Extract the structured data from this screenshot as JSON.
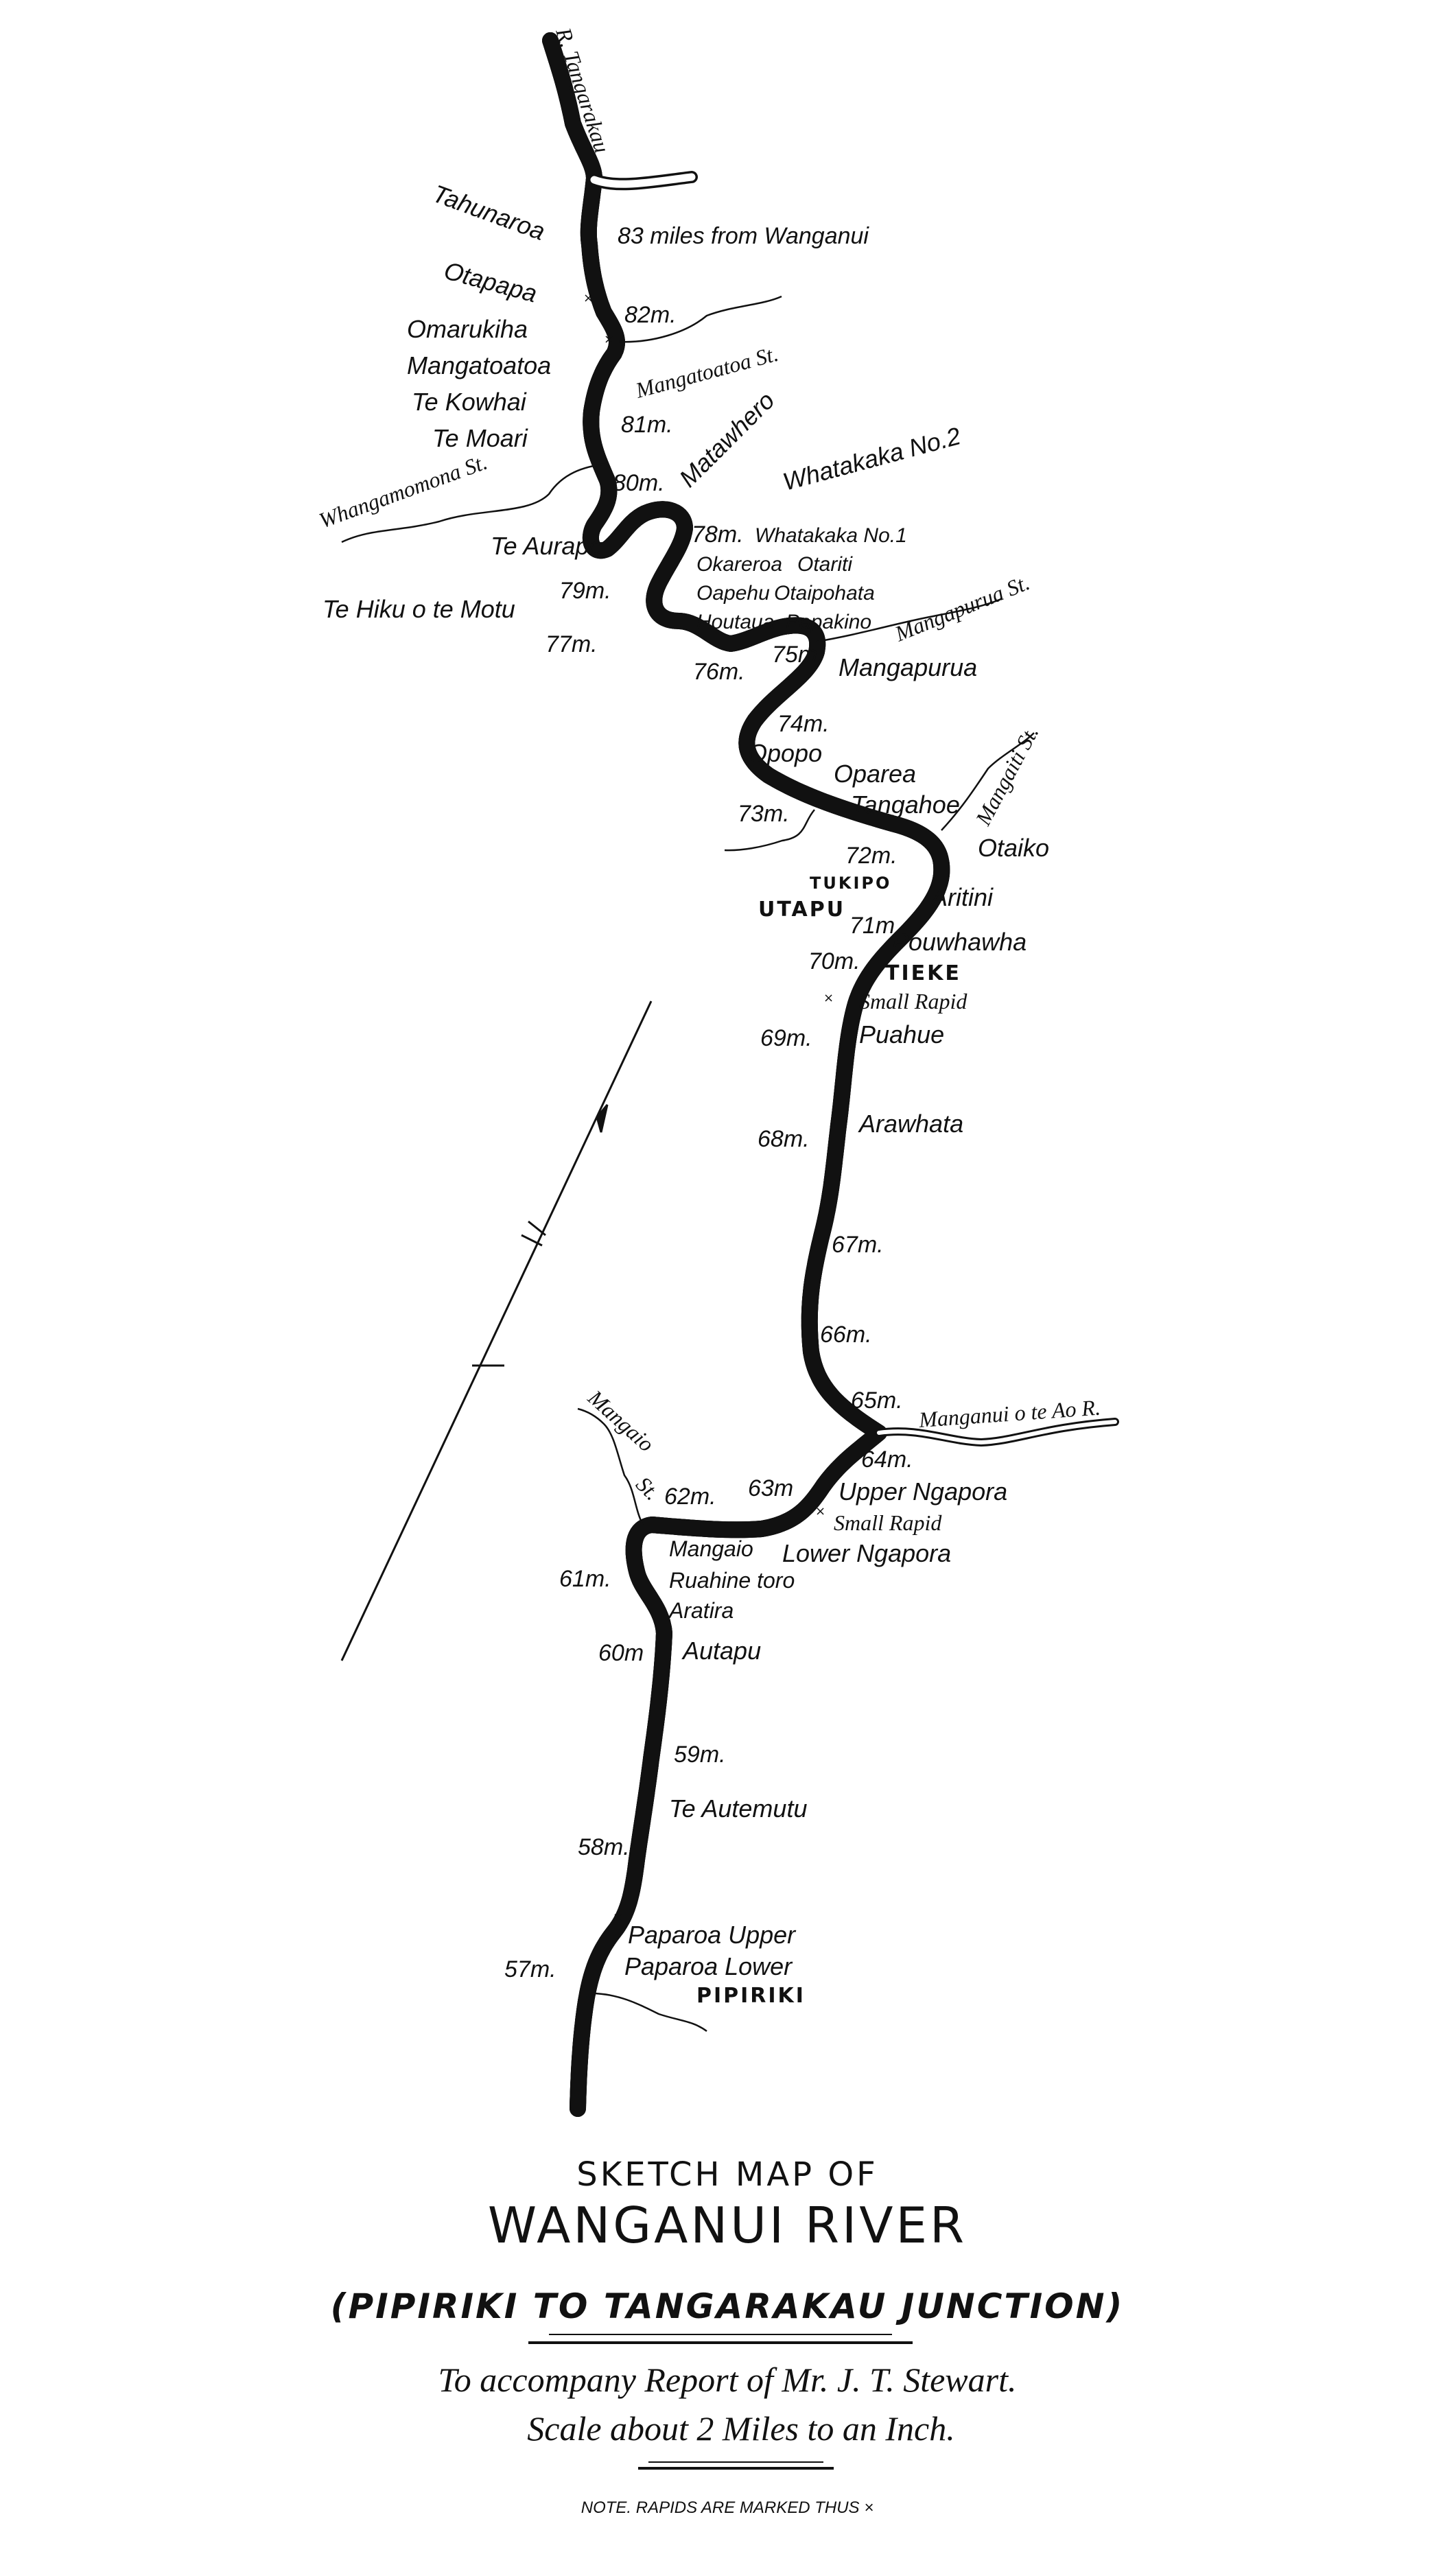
{
  "map": {
    "rivers": {
      "tangarakau": "R. Tangarakau",
      "manganui_o_te_ao": "Manganui o te Ao R."
    },
    "streams": {
      "mangatoatoa": "Mangatoatoa St.",
      "whangamomona": "Whangamomona St.",
      "mangapurua": "Mangapurua St.",
      "mangaiti": "Mangaiti St.",
      "mangaio": "Mangaio",
      "mangaio_st": "St."
    },
    "mileposts": {
      "m83": "83 miles from Wanganui",
      "m82": "82m.",
      "m81": "81m.",
      "m80": "80m.",
      "m79": "79m.",
      "m78": "78m.",
      "m77": "77m.",
      "m76": "76m.",
      "m75": "75m.",
      "m74": "74m.",
      "m73": "73m.",
      "m72": "72m.",
      "m71": "71m",
      "m70": "70m.",
      "m69": "69m.",
      "m68": "68m.",
      "m67": "67m.",
      "m66": "66m.",
      "m65": "65m.",
      "m64": "64m.",
      "m63": "63m",
      "m62": "62m.",
      "m61": "61m.",
      "m60": "60m",
      "m59": "59m.",
      "m58": "58m.",
      "m57": "57m."
    },
    "places": {
      "tahunaroa": "Tahunaroa",
      "otapapa": "Otapapa",
      "omarukiha": "Omarukiha",
      "mangatoatoa": "Mangatoatoa",
      "te_kowhai": "Te Kowhai",
      "te_moari": "Te Moari",
      "matawhero": "Matawhero",
      "whatakaka_2": "Whatakaka No.2",
      "te_aurape": "Te Aurape",
      "te_hiku_o_te_motu": "Te Hiku o te Motu",
      "whatakaka_1": "Whatakaka No.1",
      "okareroa": "Okareroa",
      "otariti": "Otariti",
      "oapehu": "Oapehu",
      "otaipohata": "Otaipohata",
      "houtaua": "Houtaua",
      "papakino": "Papakino",
      "mangapurua": "Mangapurua",
      "opopo": "Opopo",
      "oparea": "Oparea",
      "tangahoe": "Tangahoe",
      "otaiko": "Otaiko",
      "aritini": "Aritini",
      "pouwhawha": "Pouwhawha",
      "small_rapid_1": "Small Rapid",
      "puahue": "Puahue",
      "arawhata": "Arawhata",
      "upper_ngapora": "Upper Ngapora",
      "small_rapid_2": "Small Rapid",
      "lower_ngapora": "Lower Ngapora",
      "mangaio": "Mangaio",
      "ruahine_toro": "Ruahine toro",
      "aratira": "Aratira",
      "autapu": "Autapu",
      "te_autemutu": "Te Autemutu",
      "paparoa_upper": "Paparoa Upper",
      "paparoa_lower": "Paparoa Lower"
    },
    "settlements": {
      "tukipo": "TUKIPO",
      "utapu": "UTAPU",
      "tieke": "TIEKE",
      "pipiriki": "PIPIRIKI"
    }
  },
  "title": {
    "line1": "SKETCH MAP OF",
    "line2": "WANGANUI RIVER",
    "line3": "(PIPIRIKI TO TANGARAKAU JUNCTION)",
    "report": "To accompany Report of Mr. J. T. Stewart.",
    "scale": "Scale about 2 Miles to an Inch.",
    "note": "NOTE. RAPIDS ARE MARKED THUS ×"
  }
}
